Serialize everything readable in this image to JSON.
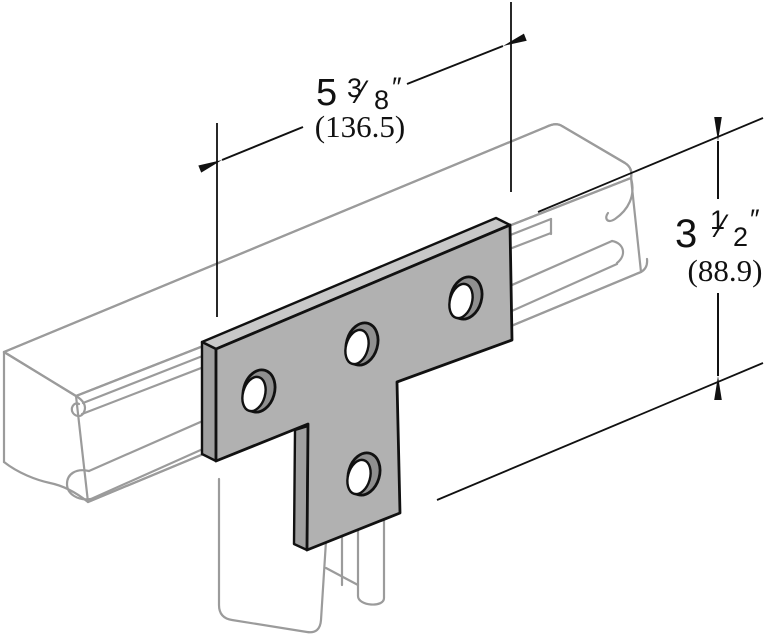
{
  "drawing": {
    "kind": "isometric technical illustration of a 4-hole tee flat plate fitting mounted on strut channel",
    "width_dimension": {
      "whole": "5",
      "frac_numerator": "3",
      "frac_slash": "⁄",
      "frac_denominator": "8",
      "unit_mark": "″",
      "metric": "(136.5)"
    },
    "height_dimension": {
      "whole": "3",
      "frac_numerator": "1",
      "frac_slash": "⁄",
      "frac_denominator": "2",
      "unit_mark": "″",
      "metric": "(88.9)"
    },
    "colors": {
      "background": "#ffffff",
      "plate_face": "#b1b1b1",
      "plate_top_edge": "#c8c8c8",
      "plate_side_edge": "#a0a0a0",
      "hole_bore": "#8f8f8f",
      "channel_line": "#9b9b9b",
      "outline": "#111111"
    }
  }
}
